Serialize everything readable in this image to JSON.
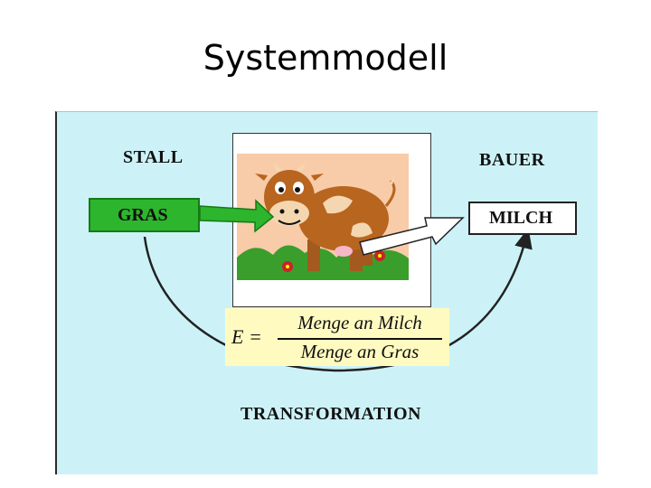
{
  "slide": {
    "title": "Systemmodell"
  },
  "diagram": {
    "stall_label": "STALL",
    "bauer_label": "BAUER",
    "input_label": "GRAS",
    "output_label": "MILCH",
    "transformation_label": "TRANSFORMATION",
    "formula": {
      "lhs": "E =",
      "numerator": "Menge an Milch",
      "denominator": "Menge an Gras"
    }
  },
  "colors": {
    "panel_background": "#ccf2f8",
    "input_box": "#2db52d",
    "formula_background": "#fffbc0",
    "picture_background": "#f8cba9"
  }
}
